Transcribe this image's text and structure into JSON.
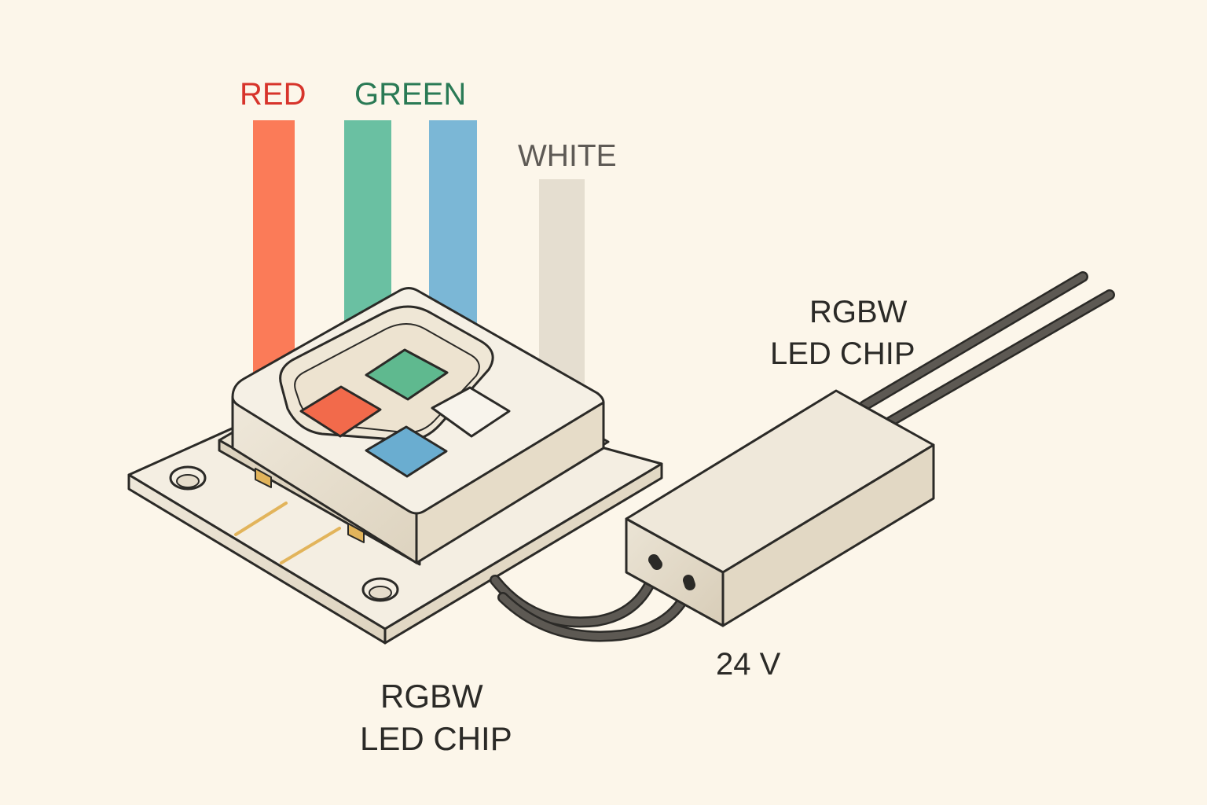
{
  "labels": {
    "red": "RED",
    "green": "GREEN",
    "white": "WHITE",
    "driver_title_line1": "RGBW",
    "driver_title_line2": "LED CHIP",
    "chip_title_line1": "RGBW",
    "chip_title_line2": "LED CHIP",
    "voltage": "24 V"
  },
  "colors": {
    "background": "#fcf6ea",
    "red_text": "#d7342b",
    "green_text": "#2a7a55",
    "white_text": "#5e5a55",
    "red_beam": "#fb7b58",
    "green_beam": "#6ac0a2",
    "blue_beam": "#7bb7d6",
    "white_beam": "#e5ded0",
    "red_die": "#f26a4b",
    "green_die": "#5fb98f",
    "blue_die": "#6aadd0",
    "white_die": "#f8f4ec",
    "outline": "#2b2a27",
    "body": "#f4eee2",
    "body_side": "#e8dfcd",
    "wire": "#5d5953",
    "trace": "#e2b45b"
  }
}
